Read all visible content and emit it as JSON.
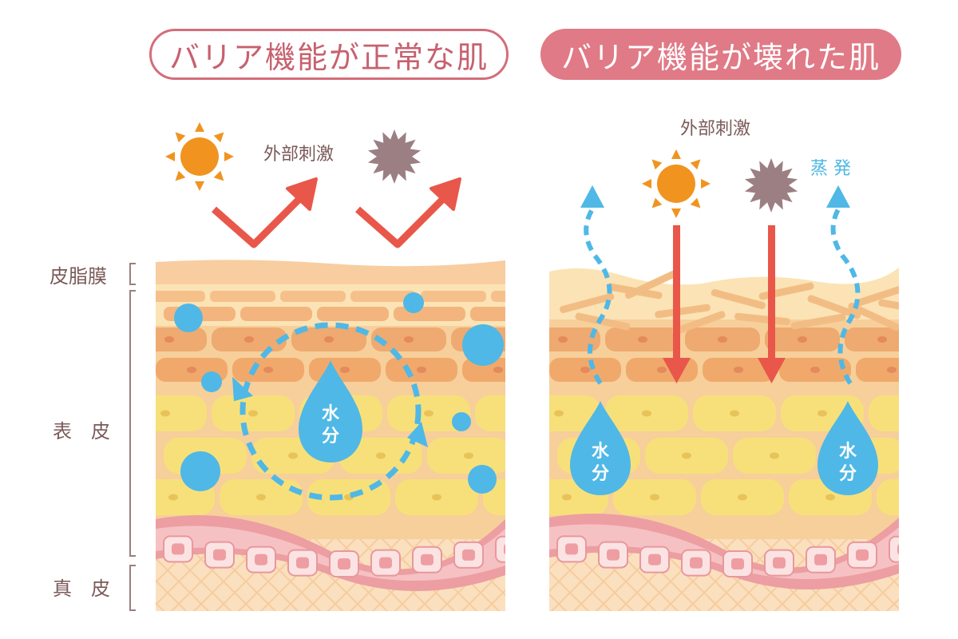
{
  "titles": {
    "normal": "バリア機能が正常な肌",
    "damaged": "バリア機能が壊れた肌"
  },
  "labels": {
    "external_stimulus": "外部刺激",
    "evaporation": "蒸 発",
    "water_line1": "水",
    "water_line2": "分",
    "layer_sebum": "皮脂膜",
    "layer_epidermis": "表　皮",
    "layer_dermis": "真　皮"
  },
  "colors": {
    "title_border": "#d46d7a",
    "title_fill": "#e07a86",
    "arrow_red": "#e8574a",
    "water_blue": "#4fb8e6",
    "sun_orange": "#f0941f",
    "irritant_mauve": "#9c7f83",
    "label_text": "#7a5a58"
  },
  "icons": [
    "sun-icon",
    "irritant-icon",
    "water-drop-icon",
    "reflect-arrow-icon",
    "down-arrow-icon",
    "evaporation-arrow-icon"
  ]
}
